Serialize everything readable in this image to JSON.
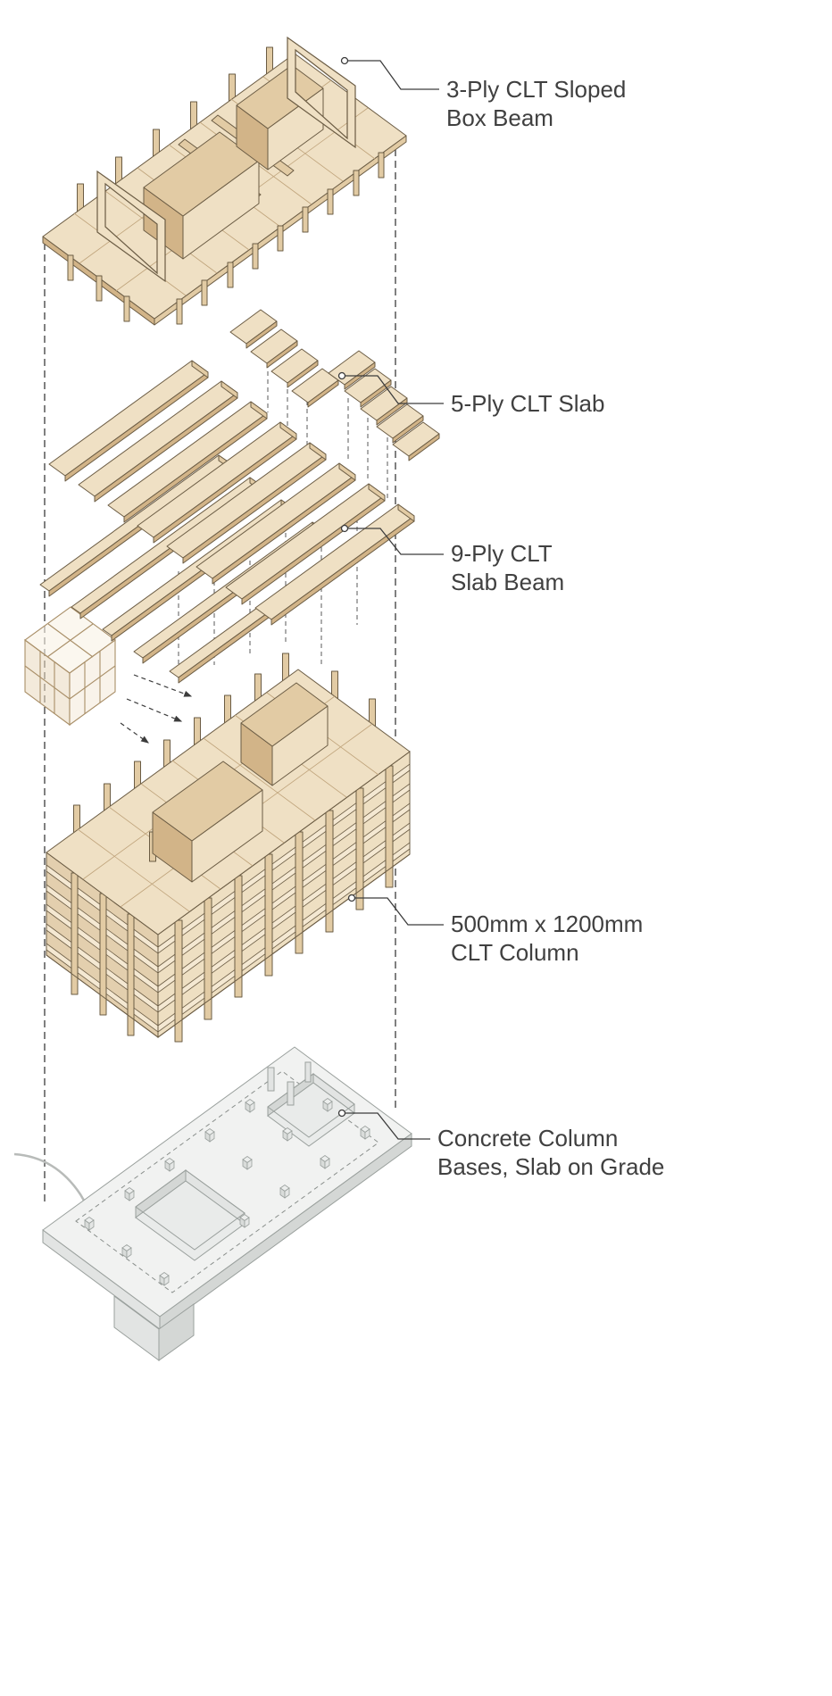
{
  "diagram": {
    "type": "exploded-axonometric-diagram",
    "subject": "Mass timber (CLT) building structural system, exploded by layer",
    "labels": [
      {
        "id": "sloped-box-beam",
        "lines": [
          "3-Ply CLT Sloped",
          "Box Beam"
        ]
      },
      {
        "id": "clt-slab",
        "lines": [
          "5-Ply CLT Slab"
        ]
      },
      {
        "id": "clt-slab-beam",
        "lines": [
          "9-Ply CLT",
          "Slab Beam"
        ]
      },
      {
        "id": "clt-column",
        "lines": [
          "500mm x 1200mm",
          "CLT Column"
        ]
      },
      {
        "id": "concrete-base",
        "lines": [
          "Concrete Column",
          "Bases, Slab on Grade"
        ]
      }
    ],
    "colors": {
      "wood_light": "#efe0c4",
      "wood_mid": "#e2cba4",
      "wood_dark": "#d2b488",
      "wood_outline": "#6b5c44",
      "concrete_light": "#f1f2f1",
      "concrete_mid": "#e2e4e3",
      "concrete_dark": "#d4d7d5",
      "concrete_outline": "#9aa09d",
      "line_dark": "#3c3c3c",
      "text": "#404040"
    }
  }
}
